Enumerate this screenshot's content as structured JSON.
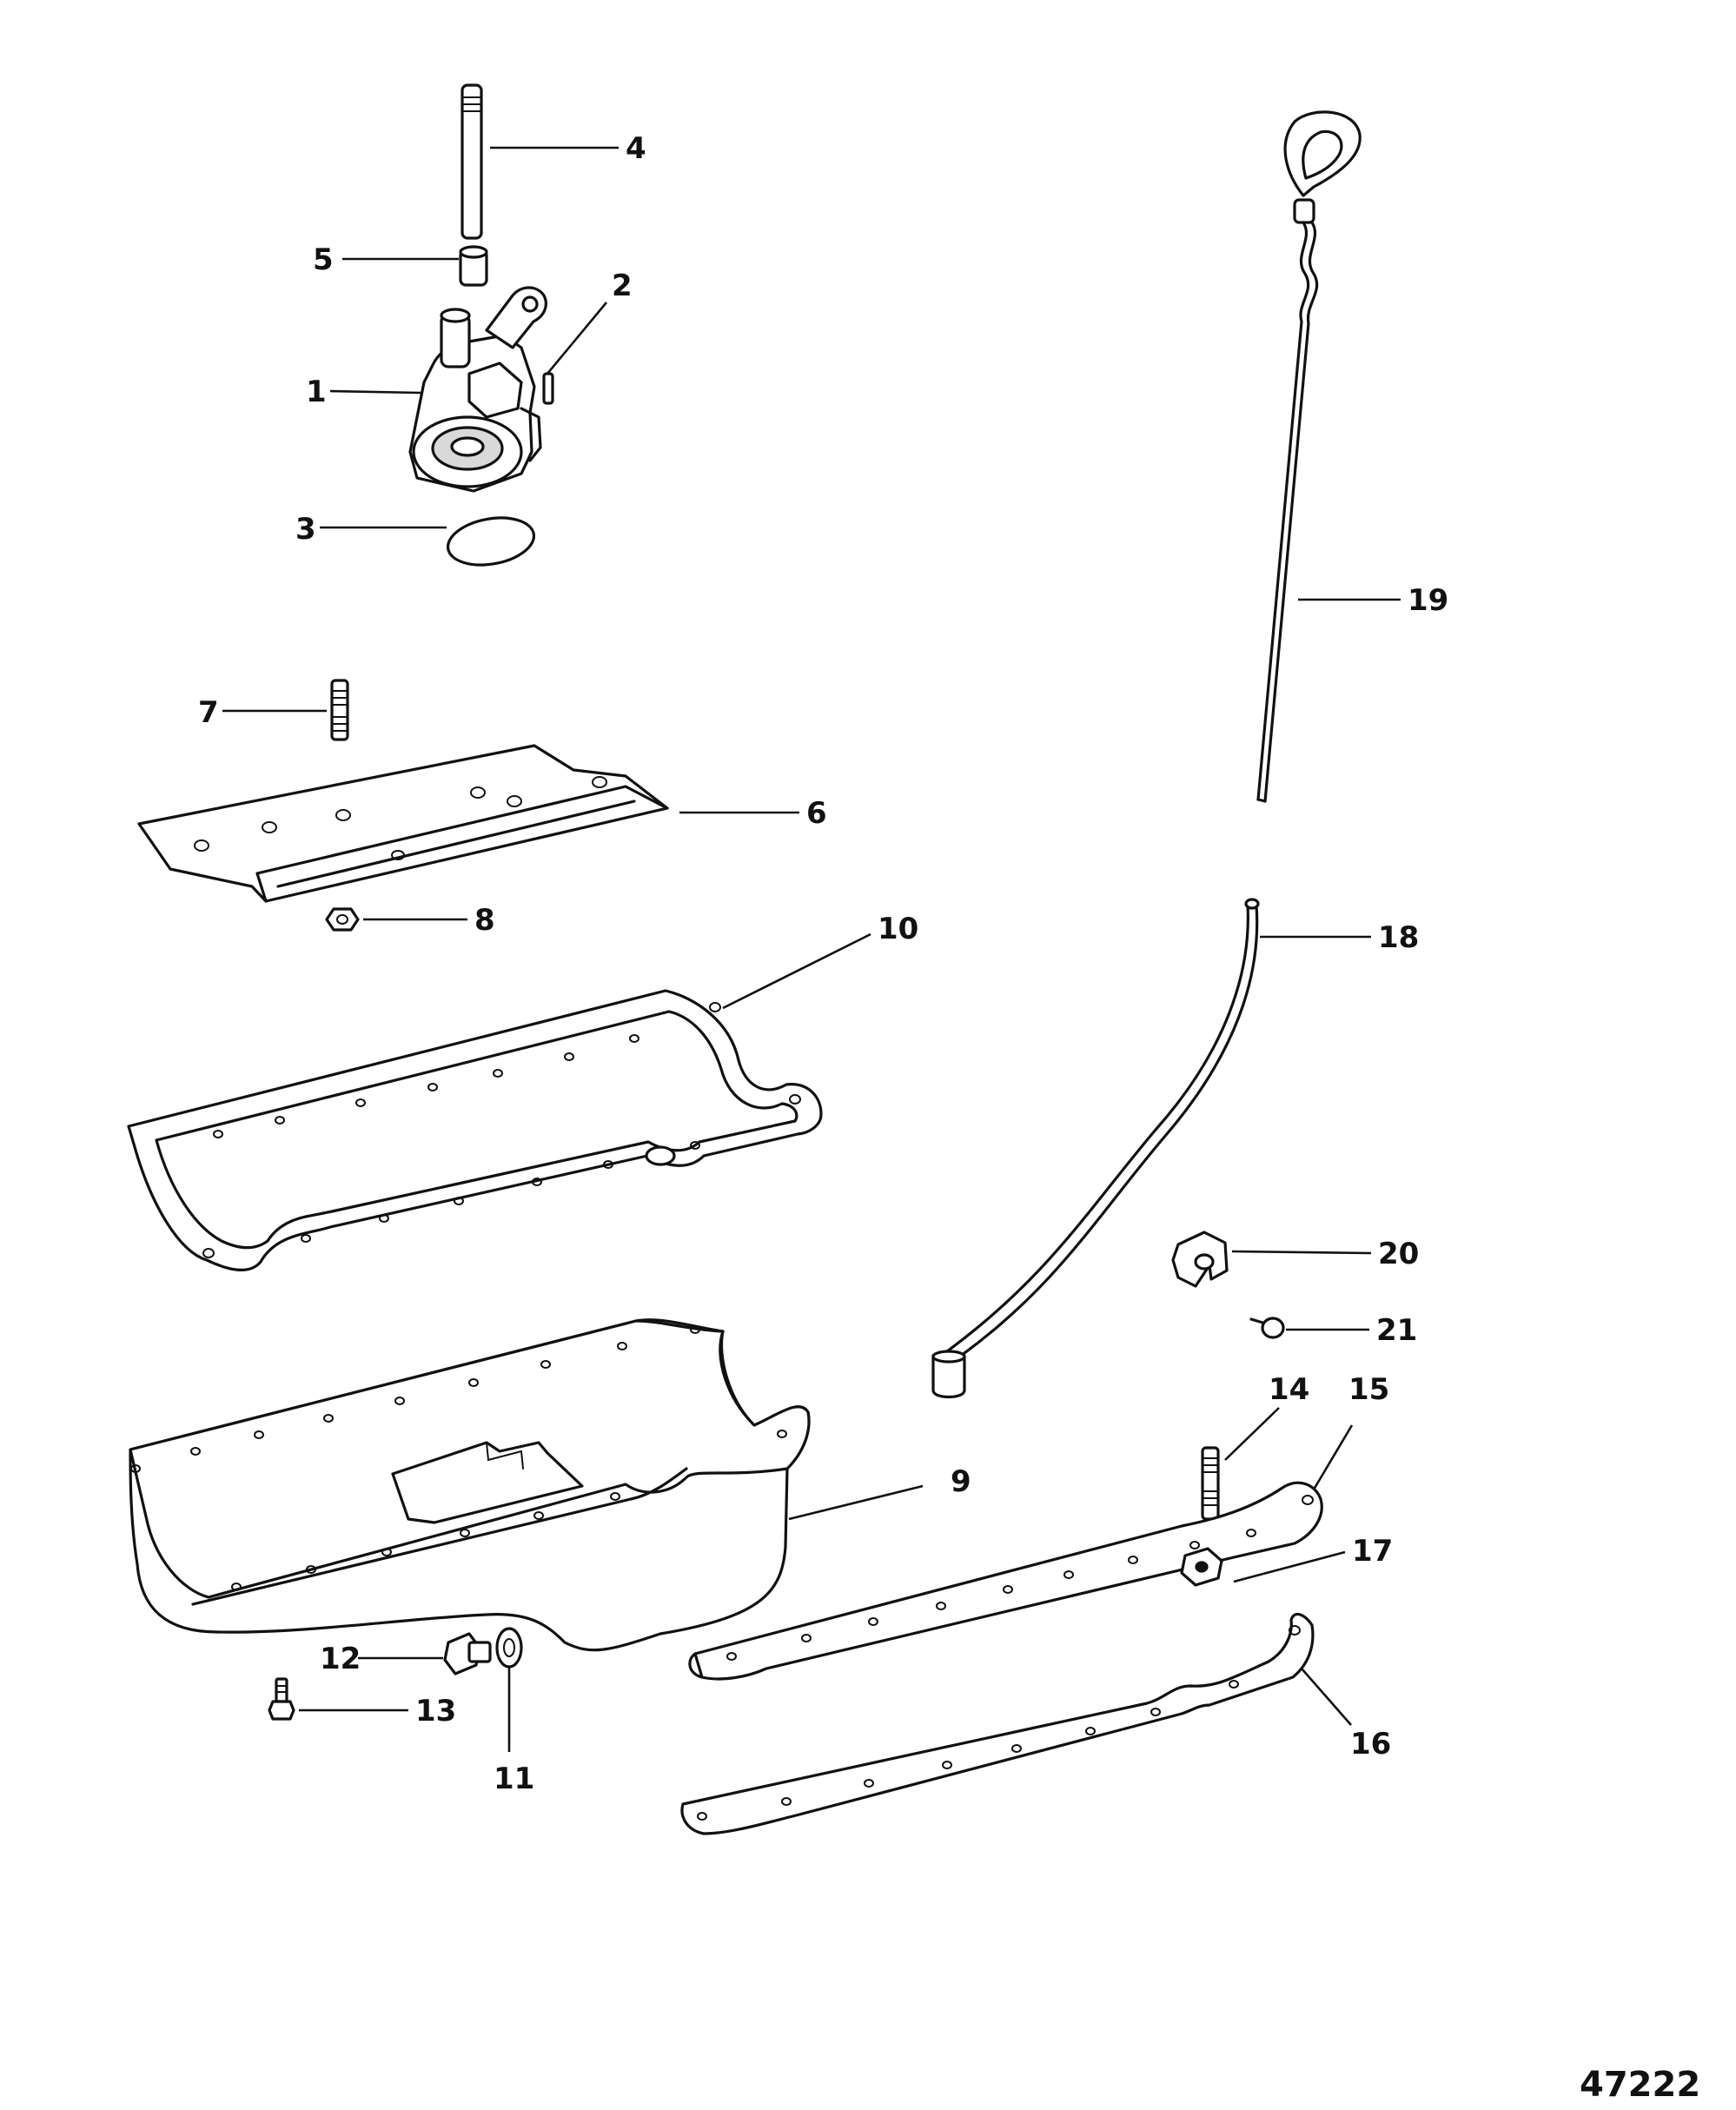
{
  "figure_id": "47222",
  "callouts": [
    {
      "id": "c1",
      "label": "1"
    },
    {
      "id": "c2",
      "label": "2"
    },
    {
      "id": "c3",
      "label": "3"
    },
    {
      "id": "c4",
      "label": "4"
    },
    {
      "id": "c5",
      "label": "5"
    },
    {
      "id": "c6",
      "label": "6"
    },
    {
      "id": "c7",
      "label": "7"
    },
    {
      "id": "c8",
      "label": "8"
    },
    {
      "id": "c9",
      "label": "9"
    },
    {
      "id": "c10",
      "label": "10"
    },
    {
      "id": "c11",
      "label": "11"
    },
    {
      "id": "c12",
      "label": "12"
    },
    {
      "id": "c13",
      "label": "13"
    },
    {
      "id": "c14",
      "label": "14"
    },
    {
      "id": "c15",
      "label": "15"
    },
    {
      "id": "c16",
      "label": "16"
    },
    {
      "id": "c17",
      "label": "17"
    },
    {
      "id": "c18",
      "label": "18"
    },
    {
      "id": "c19",
      "label": "19"
    },
    {
      "id": "c20",
      "label": "20"
    },
    {
      "id": "c21",
      "label": "21"
    }
  ]
}
